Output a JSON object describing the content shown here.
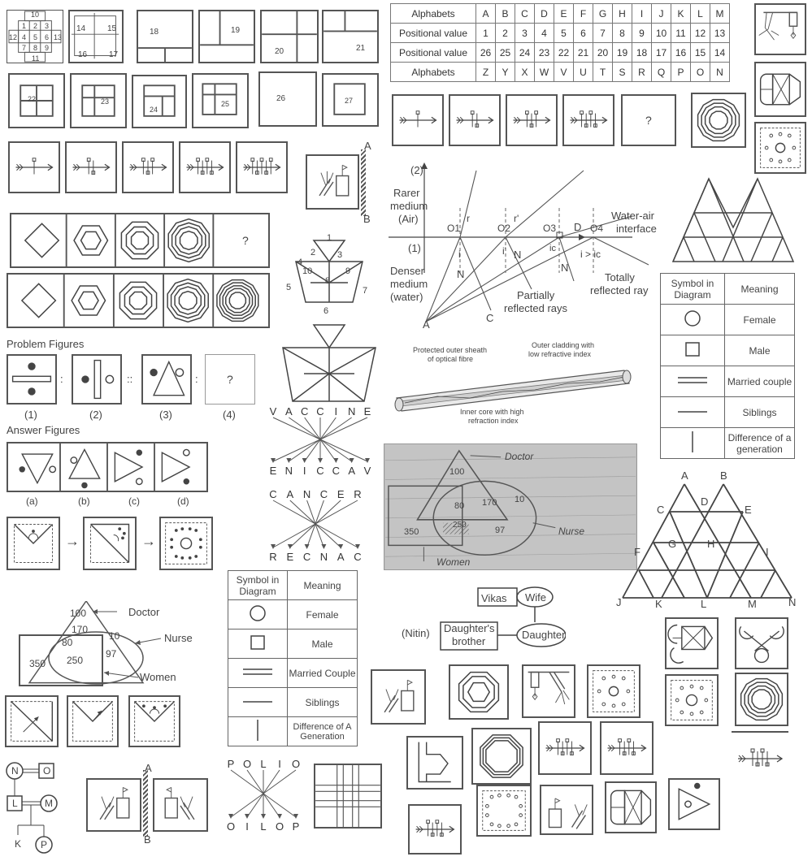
{
  "grid_labels": {
    "g1_top": "10",
    "g1_r1": [
      "1",
      "2",
      "3"
    ],
    "g1_r2": [
      "12",
      "4",
      "5",
      "6",
      "13"
    ],
    "g1_r3": [
      "7",
      "8",
      "9"
    ],
    "g1_bottom": "11",
    "g2": [
      "14",
      "15",
      "16",
      "17"
    ],
    "g3": "18",
    "g4": "19",
    "g5": "20",
    "g6": "21",
    "g7": "22",
    "g8": "23",
    "g9": "24",
    "g10": "25",
    "g11": "26",
    "g12": "27"
  },
  "alphabet_table": {
    "rows": [
      {
        "label": "Alphabets",
        "cells": [
          "A",
          "B",
          "C",
          "D",
          "E",
          "F",
          "G",
          "H",
          "I",
          "J",
          "K",
          "L",
          "M"
        ]
      },
      {
        "label": "Positional value",
        "cells": [
          "1",
          "2",
          "3",
          "4",
          "5",
          "6",
          "7",
          "8",
          "9",
          "10",
          "11",
          "12",
          "13"
        ]
      },
      {
        "label": "Positional value",
        "cells": [
          "26",
          "25",
          "24",
          "23",
          "22",
          "21",
          "20",
          "19",
          "18",
          "17",
          "16",
          "15",
          "14"
        ]
      },
      {
        "label": "Alphabets",
        "cells": [
          "Z",
          "Y",
          "X",
          "W",
          "V",
          "U",
          "T",
          "S",
          "R",
          "Q",
          "P",
          "O",
          "N"
        ]
      }
    ]
  },
  "question_mark": "?",
  "mirror": {
    "top": "A",
    "bottom": "B"
  },
  "triangle_count": {
    "labels": [
      "1",
      "2",
      "3",
      "4",
      "10",
      "8",
      "9",
      "5",
      "7",
      "6"
    ]
  },
  "problem_figures": {
    "title": "Problem Figures",
    "labels": [
      "(1)",
      "(2)",
      "(3)",
      "(4)"
    ],
    "sep1": ":",
    "sep2": "::",
    "sep3": ":"
  },
  "answer_figures": {
    "title": "Answer Figures",
    "labels": [
      "(a)",
      "(b)",
      "(c)",
      "(d)"
    ]
  },
  "word_reverse": [
    {
      "top": [
        "V",
        "A",
        "C",
        "C",
        "I",
        "N",
        "E"
      ],
      "bottom": [
        "E",
        "N",
        "I",
        "C",
        "C",
        "A",
        "V"
      ]
    },
    {
      "top": [
        "C",
        "A",
        "N",
        "C",
        "E",
        "R"
      ],
      "bottom": [
        "R",
        "E",
        "C",
        "N",
        "A",
        "C"
      ]
    },
    {
      "top": [
        "P",
        "O",
        "L",
        "I",
        "O"
      ],
      "bottom": [
        "O",
        "I",
        "L",
        "O",
        "P"
      ]
    }
  ],
  "refraction": {
    "medium_top": [
      "Rarer",
      "medium",
      "(Air)"
    ],
    "medium_bottom": [
      "Denser",
      "medium",
      "(water)"
    ],
    "mark_2": "(2)",
    "mark_1": "(1)",
    "points": [
      "O1",
      "O2",
      "O3",
      "O4",
      "D",
      "A",
      "C",
      "N",
      "r",
      "r'",
      "i",
      "i'",
      "ic"
    ],
    "interface": [
      "Water-air",
      "interface"
    ],
    "partial": [
      "Partially",
      "reflected rays"
    ],
    "total": [
      "Totally",
      "reflected ray"
    ],
    "cond": "i > ic"
  },
  "fibre": {
    "sheath": [
      "Protected outer sheath",
      "of optical fibre"
    ],
    "cladding": [
      "Outer cladding with",
      "low refractive index"
    ],
    "core": [
      "Inner core with high",
      "refraction index"
    ]
  },
  "venn": {
    "values": [
      "100",
      "170",
      "80",
      "10",
      "250",
      "97",
      "350"
    ],
    "labels": {
      "doctor": "Doctor",
      "nurse": "Nurse",
      "women": "Women"
    }
  },
  "photo_venn": {
    "values": [
      "100",
      "80",
      "170",
      "10",
      "250",
      "97",
      "350"
    ],
    "doctor": "Doctor",
    "nurse": "Nurse",
    "women": "Women"
  },
  "symbol_table": {
    "head": [
      "Symbol in Diagram",
      "Meaning"
    ],
    "rows": [
      "Female",
      "Male",
      "Married couple",
      "Siblings",
      "Difference of a generation"
    ]
  },
  "symbol_table2": {
    "head": [
      "Symbol in Diagram",
      "Meaning"
    ],
    "rows": [
      "Female",
      "Male",
      "Married Couple",
      "Siblings",
      "Difference of A Generation"
    ]
  },
  "big_triangle": {
    "labels": [
      "A",
      "B",
      "C",
      "D",
      "E",
      "F",
      "G",
      "H",
      "I",
      "J",
      "K",
      "L",
      "M",
      "N"
    ]
  },
  "family": {
    "vikas": "Vikas",
    "wife": "Wife",
    "nitin": "(Nitin)",
    "brother": [
      "Daughter's",
      "brother"
    ],
    "daughter": "Daughter"
  },
  "family_tree": {
    "labels": [
      "N",
      "O",
      "L",
      "M",
      "K",
      "P"
    ]
  }
}
